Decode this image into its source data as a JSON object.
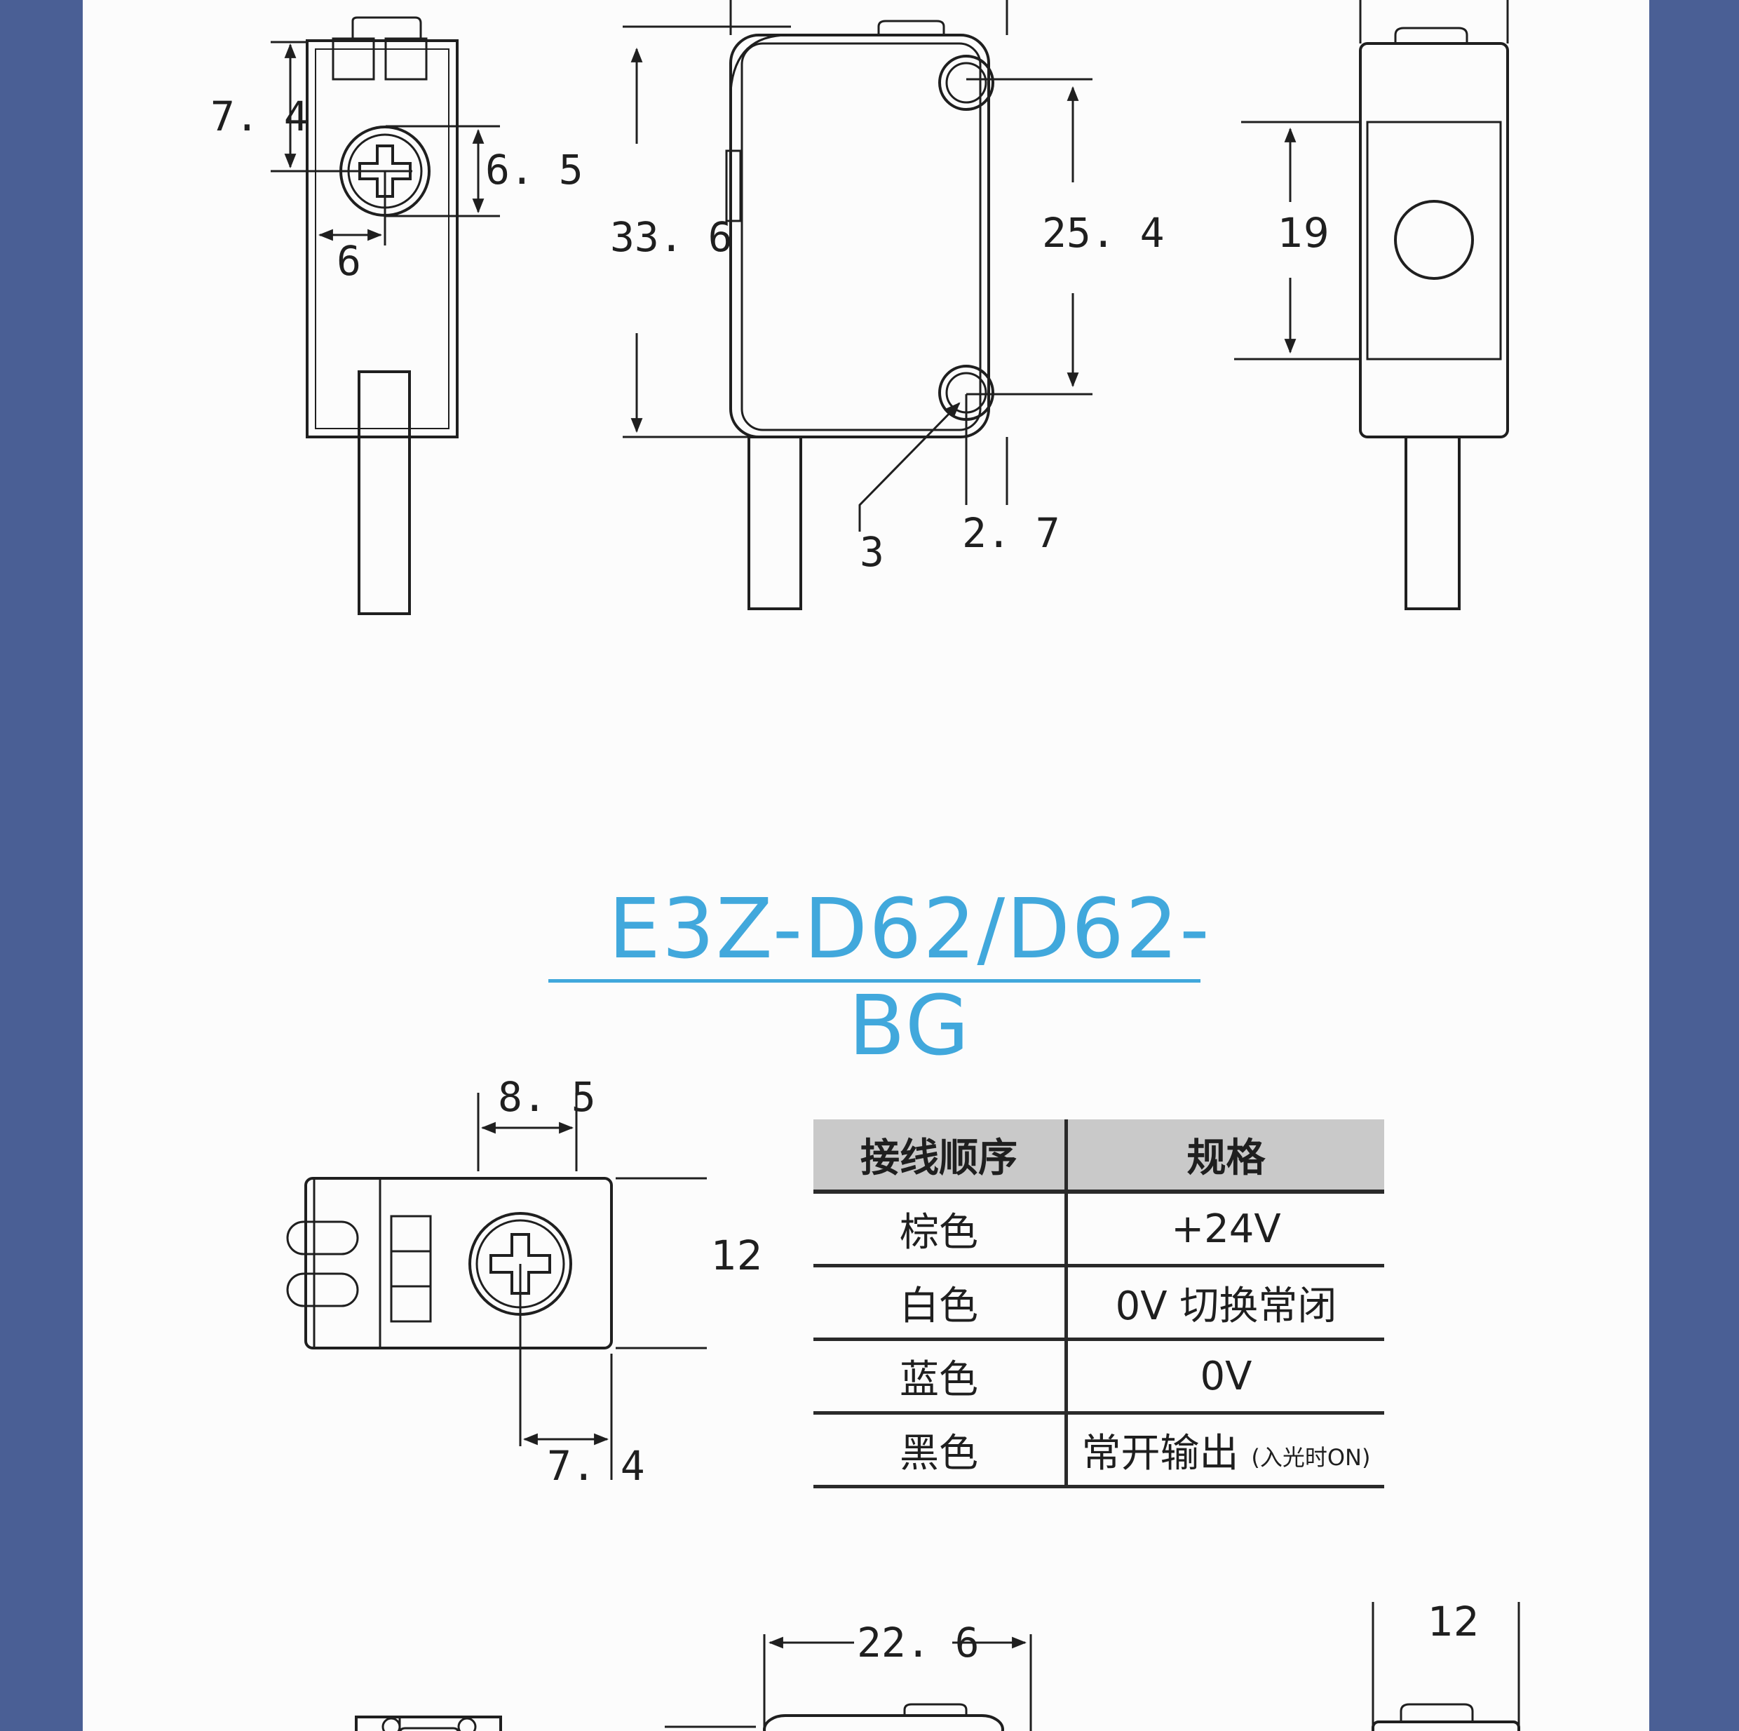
{
  "dimensions_top": {
    "front": {
      "height_to_screw": "7. 4",
      "screw_dia": "6. 5",
      "screw_offset": "6"
    },
    "side": {
      "total_height": "33. 6",
      "hole_spacing": "25. 4",
      "hole_dia": "3",
      "hole_edge": "2. 7"
    },
    "back": {
      "window_height": "19"
    }
  },
  "model_title": "E3Z-D62/D62-BG",
  "dimensions_bottom": {
    "top_view": {
      "width_a": "8. 5",
      "height": "12",
      "offset": "7. 4"
    },
    "bottom_row": {
      "width": "22. 6",
      "thickness": "12"
    }
  },
  "wiring_table": {
    "headers": [
      "接线顺序",
      "规格"
    ],
    "rows": [
      {
        "wire": "棕色",
        "spec": "+24V",
        "note": ""
      },
      {
        "wire": "白色",
        "spec": "0V 切换常闭",
        "note": ""
      },
      {
        "wire": "蓝色",
        "spec": "0V",
        "note": ""
      },
      {
        "wire": "黑色",
        "spec": "常开输出",
        "note": "(入光时ON)"
      }
    ]
  },
  "colors": {
    "background": "#4a5f95",
    "sheet": "#fcfcfc",
    "accent": "#41a8dc",
    "table_header": "#c9c9c9"
  }
}
